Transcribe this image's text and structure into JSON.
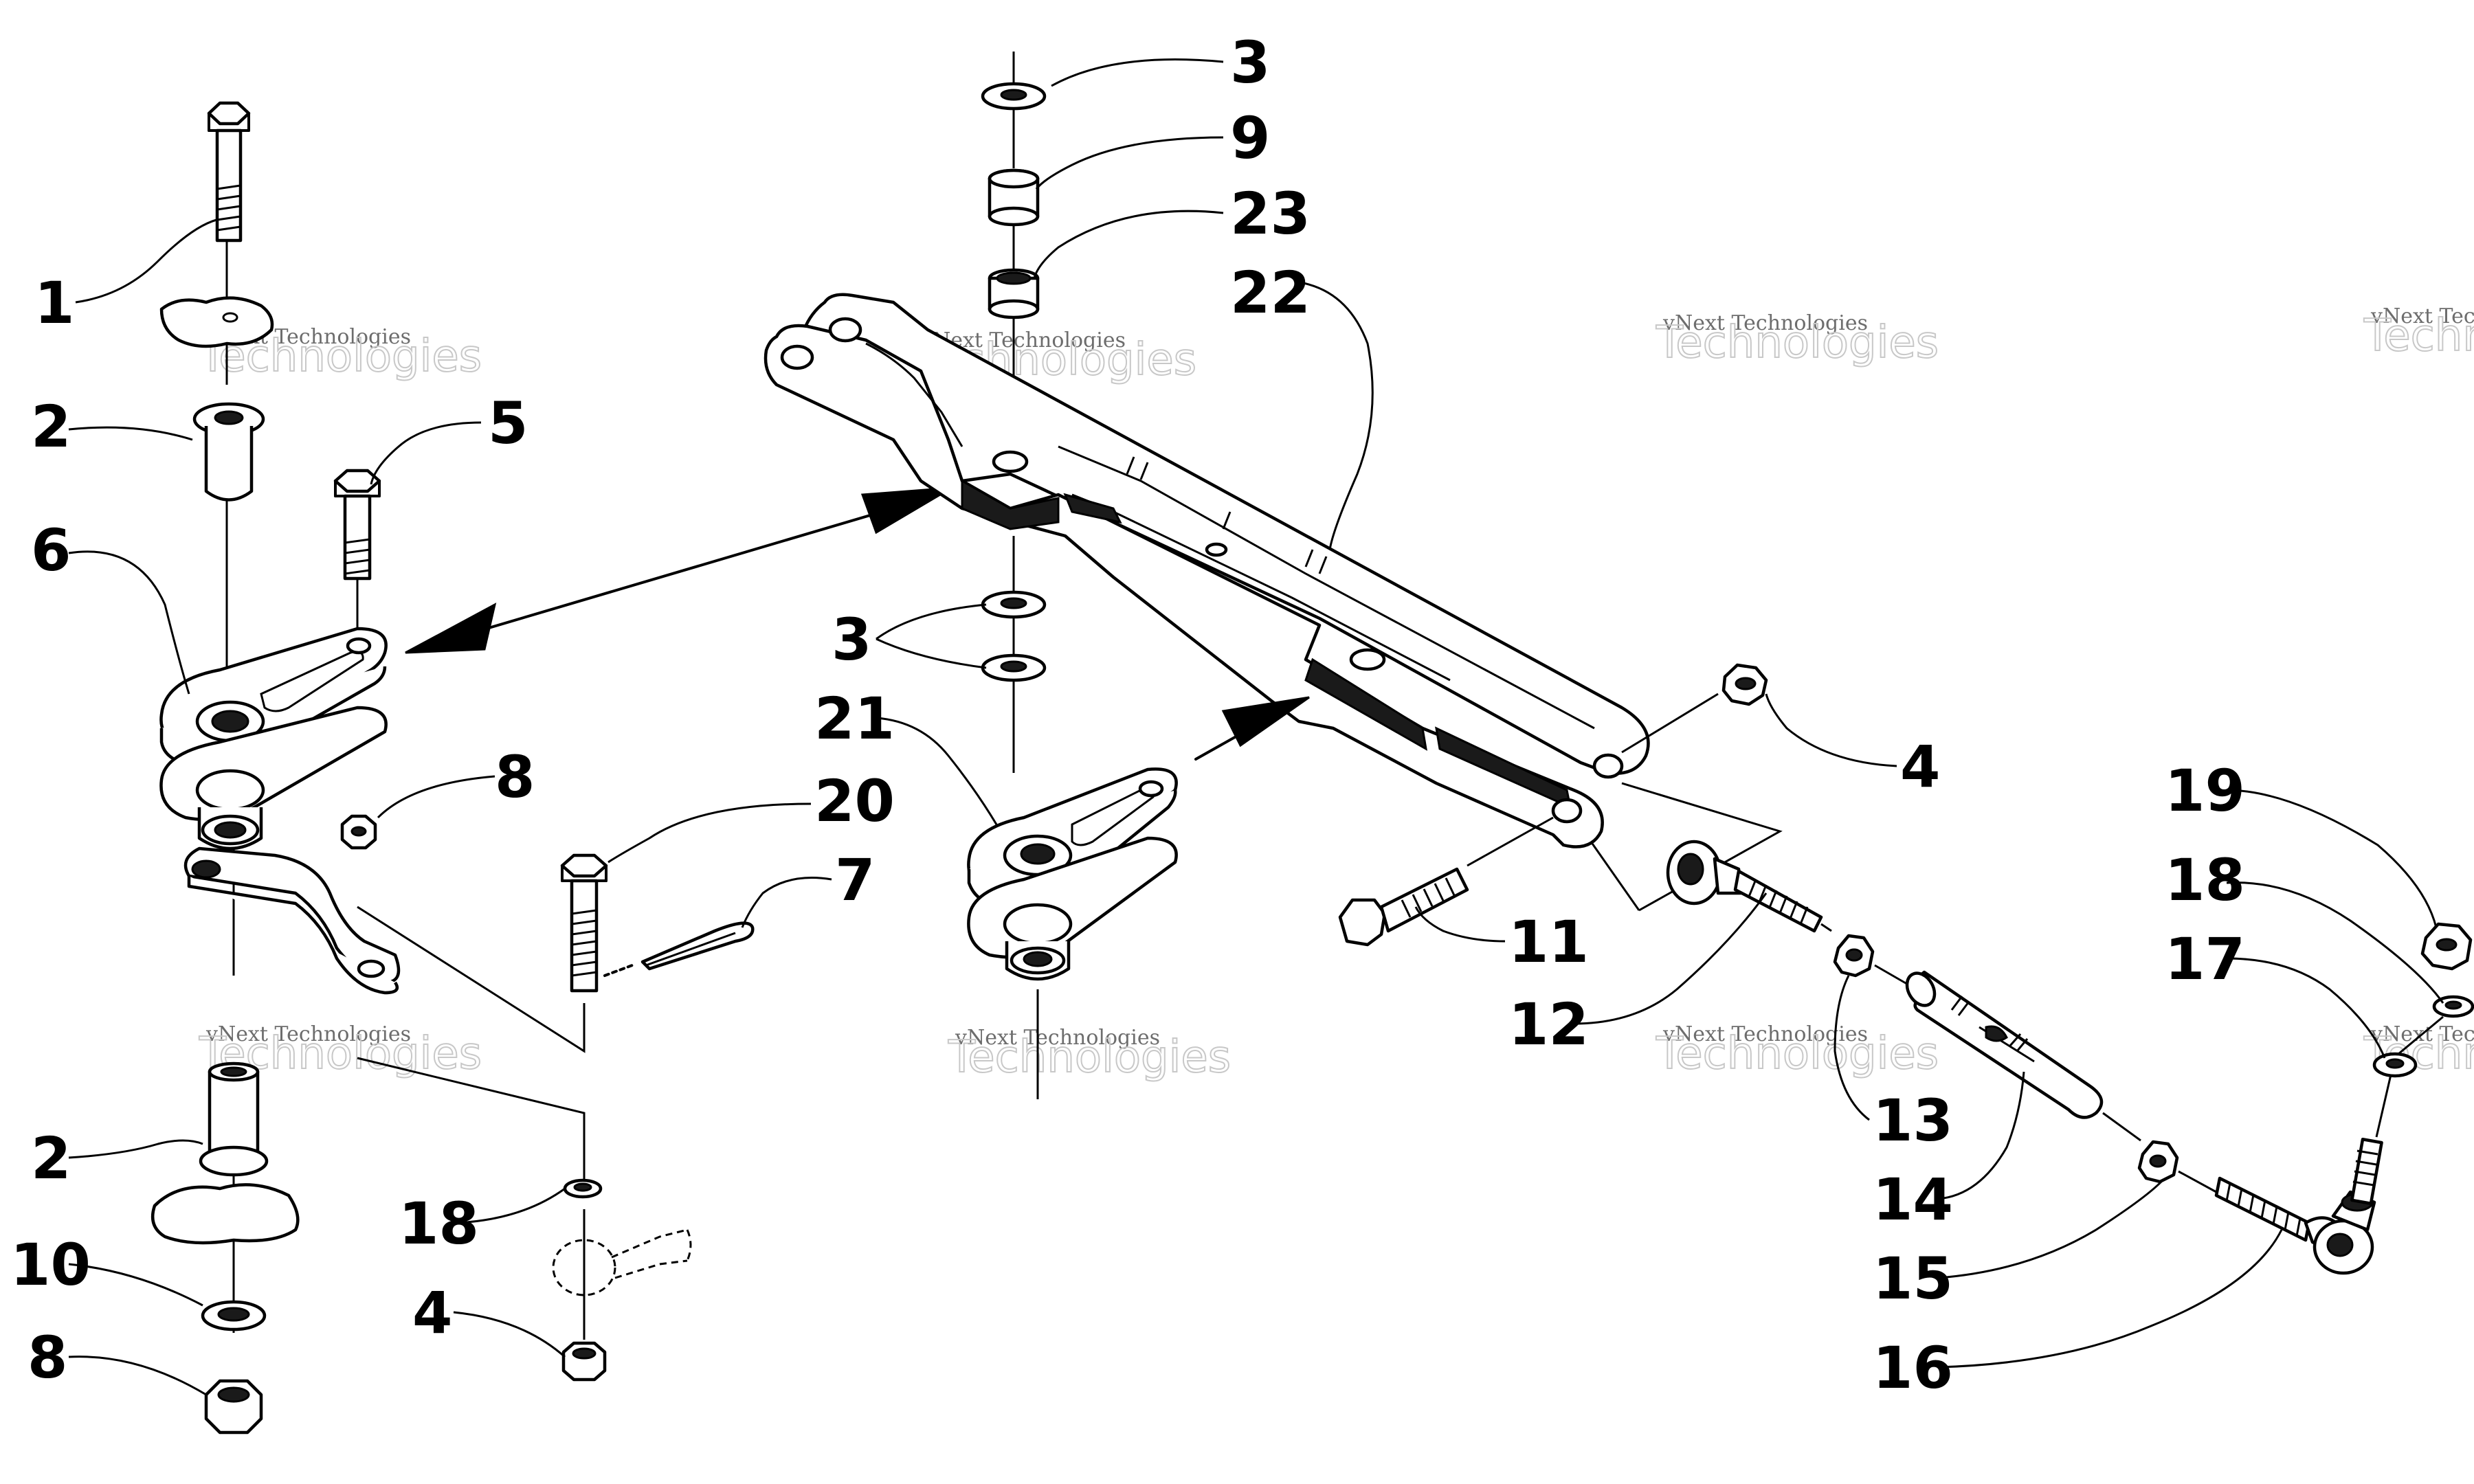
{
  "watermark": {
    "line1": "vNext Technologies",
    "line2": "Technologies"
  },
  "callouts": [
    {
      "id": "c1",
      "label": "1"
    },
    {
      "id": "c2a",
      "label": "2"
    },
    {
      "id": "c2b",
      "label": "2"
    },
    {
      "id": "c3a",
      "label": "3"
    },
    {
      "id": "c3b",
      "label": "3"
    },
    {
      "id": "c4a",
      "label": "4"
    },
    {
      "id": "c4b",
      "label": "4"
    },
    {
      "id": "c5",
      "label": "5"
    },
    {
      "id": "c6",
      "label": "6"
    },
    {
      "id": "c7",
      "label": "7"
    },
    {
      "id": "c8a",
      "label": "8"
    },
    {
      "id": "c8b",
      "label": "8"
    },
    {
      "id": "c9",
      "label": "9"
    },
    {
      "id": "c10",
      "label": "10"
    },
    {
      "id": "c11",
      "label": "11"
    },
    {
      "id": "c12",
      "label": "12"
    },
    {
      "id": "c13",
      "label": "13"
    },
    {
      "id": "c14",
      "label": "14"
    },
    {
      "id": "c15",
      "label": "15"
    },
    {
      "id": "c16",
      "label": "16"
    },
    {
      "id": "c17",
      "label": "17"
    },
    {
      "id": "c18a",
      "label": "18"
    },
    {
      "id": "c18b",
      "label": "18"
    },
    {
      "id": "c19",
      "label": "19"
    },
    {
      "id": "c20",
      "label": "20"
    },
    {
      "id": "c21",
      "label": "21"
    },
    {
      "id": "c22",
      "label": "22"
    },
    {
      "id": "c23",
      "label": "23"
    }
  ]
}
